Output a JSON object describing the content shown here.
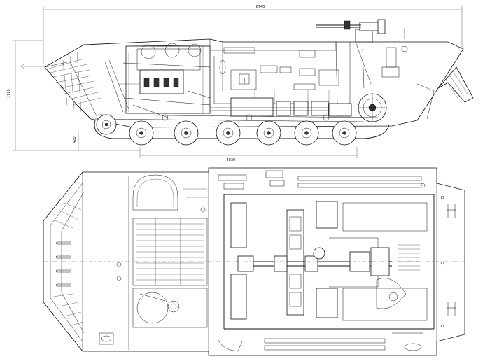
{
  "dimensions": {
    "overall_length": "6740",
    "track_length": "4830",
    "height_left": "1720",
    "ground_clearance": "420"
  },
  "markers": {
    "red_cross": "+"
  },
  "palette": {
    "line": "#111111",
    "paper": "#ffffff"
  }
}
